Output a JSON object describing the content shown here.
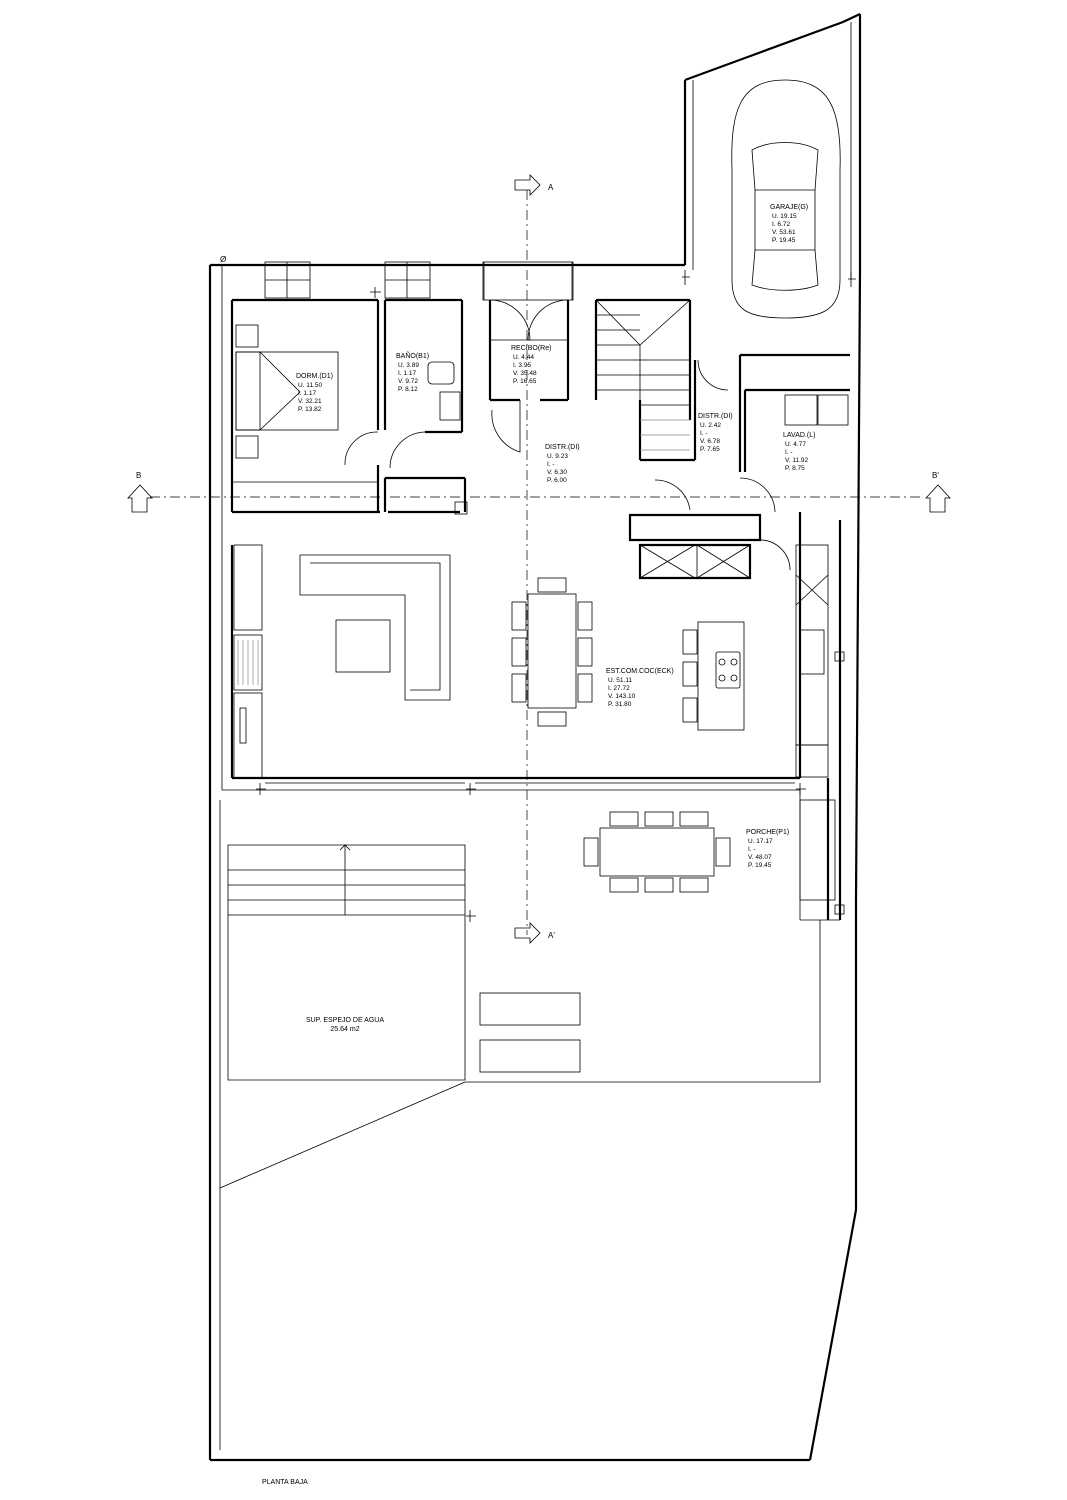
{
  "rooms": [
    {
      "id": "garaje",
      "name": "GARAJE(G)",
      "rows": [
        "U.  19.15",
        "I.   6.72",
        "V.  53.61",
        "P.  19.45"
      ]
    },
    {
      "id": "dorm",
      "name": "DORM.(D1)",
      "rows": [
        "U.  11.50",
        "I.   1.17",
        "V.  32.21",
        "P.  13.82"
      ]
    },
    {
      "id": "bano",
      "name": "BAÑO(B1)",
      "rows": [
        "U.  3.89",
        "I.   1.17",
        "V.  9.72",
        "P.  8.12"
      ]
    },
    {
      "id": "recibo",
      "name": "RECIBO(Re)",
      "rows": [
        "U.  4.44",
        "I.   3.95",
        "V.  35.48",
        "P.  16.65"
      ]
    },
    {
      "id": "distr_upper",
      "name": "DISTR.(DI)",
      "rows": [
        "U.  2.42",
        "I.   -",
        "V.  6.78",
        "P.  7.65"
      ]
    },
    {
      "id": "lavad",
      "name": "LAVAD.(L)",
      "rows": [
        "U.  4.77",
        "I.   -",
        "V.  11.92",
        "P.  8.75"
      ]
    },
    {
      "id": "distr_lower",
      "name": "DISTR.(DI)",
      "rows": [
        "U.  9.23",
        "I.   -",
        "V.  6.30",
        "P.  6.00"
      ]
    },
    {
      "id": "estar",
      "name": "EST.COM.COC(ECK)",
      "rows": [
        "U.  51.11",
        "I.   27.72",
        "V.  143.10",
        "P.  31.80"
      ]
    },
    {
      "id": "porche",
      "name": "PORCHE(P1)",
      "rows": [
        "U.  17.17",
        "I.   -",
        "V.  48.07",
        "P.  19.45"
      ]
    }
  ],
  "pool": {
    "label": "SUP. ESPEJO DE AGUA",
    "area": "25.64 m2"
  },
  "sections": {
    "a_top": "A",
    "a_bottom": "A'",
    "b_left": "B",
    "b_right": "B'"
  },
  "plan_title": "PLANTA BAJA",
  "symbols": {
    "diameter": "Ø"
  }
}
